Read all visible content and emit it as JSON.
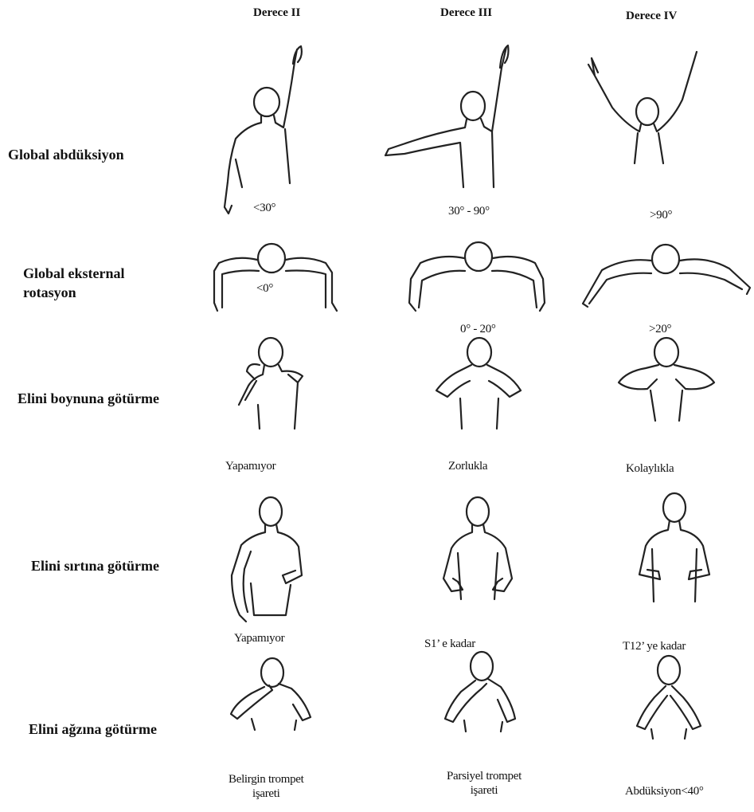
{
  "columns": [
    "Derece II",
    "Derece III",
    "Derece IV"
  ],
  "rows": [
    {
      "label": "Global abdüksiyon",
      "captions": [
        "<30°",
        "30° - 90°",
        ">90°"
      ]
    },
    {
      "label": "Global eksternal rotasyon",
      "label_lines": [
        "Global eksternal",
        "rotasyon"
      ],
      "captions": [
        "<0°",
        "0° - 20°",
        ">20°"
      ]
    },
    {
      "label": "Elini boynuna götürme",
      "captions": [
        "Yapamıyor",
        "Zorlukla",
        "Kolaylıkla"
      ]
    },
    {
      "label": "Elini sırtına götürme",
      "captions": [
        "Yapamıyor",
        "S1’ e kadar",
        "T12’ ye kadar"
      ]
    },
    {
      "label": "Elini ağzına götürme",
      "captions": [
        "Belirgin trompet işareti",
        "Parsiyel trompet işareti",
        "Abdüksiyon<40°"
      ],
      "caption_lines": [
        [
          "Belirgin trompet",
          "işareti"
        ],
        [
          "Parsiyel trompet",
          "işareti"
        ],
        [
          "Abdüksiyon<40°"
        ]
      ]
    }
  ],
  "figure_icons": [
    [
      "abduction-lt30-icon",
      "abduction-30-90-icon",
      "abduction-gt90-icon"
    ],
    [
      "external-rotation-lt0-icon",
      "external-rotation-0-20-icon",
      "external-rotation-gt20-icon"
    ],
    [
      "hand-to-neck-unable-icon",
      "hand-to-neck-difficult-icon",
      "hand-to-neck-easy-icon"
    ],
    [
      "hand-to-back-unable-icon",
      "hand-to-back-s1-icon",
      "hand-to-back-t12-icon"
    ],
    [
      "hand-to-mouth-marked-trumpet-icon",
      "hand-to-mouth-partial-trumpet-icon",
      "hand-to-mouth-abduction-icon"
    ]
  ]
}
